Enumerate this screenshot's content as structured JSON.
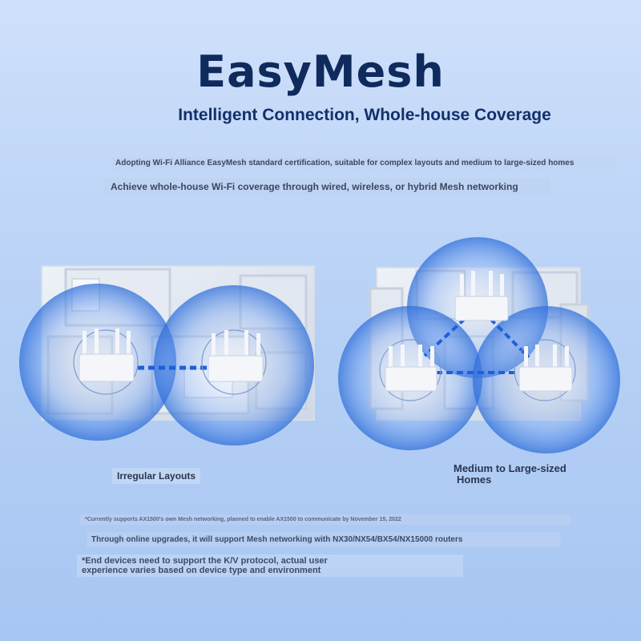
{
  "header": {
    "title": "EasyMesh",
    "subtitle": "Intelligent Connection, Whole-house Coverage"
  },
  "description": {
    "line1": "Adopting Wi-Fi Alliance EasyMesh standard certification, suitable for complex layouts and medium to large-sized homes",
    "line2": "Achieve whole-house Wi-Fi coverage through wired, wireless, or hybrid Mesh networking"
  },
  "scenarios": {
    "left_label": "Irregular Layouts",
    "right_label_line1": "Medium to Large-sized",
    "right_label_line2": "Homes"
  },
  "notes": {
    "note1": "*Currently supports AX1500's own Mesh networking, planned to enable AX1500 to communicate by November 15, 2022",
    "note2": "Through online upgrades, it will support Mesh networking with NX30/NX54/BX54/NX15000 routers",
    "note3_line1": "*End devices need to support the K/V protocol, actual user",
    "note3_line2": "experience varies based on device type and environment"
  },
  "colors": {
    "title": "#0f2a5c",
    "coverage": "#3f7fe0",
    "link": "#1f5fd8",
    "router": "#f4f6fa"
  }
}
